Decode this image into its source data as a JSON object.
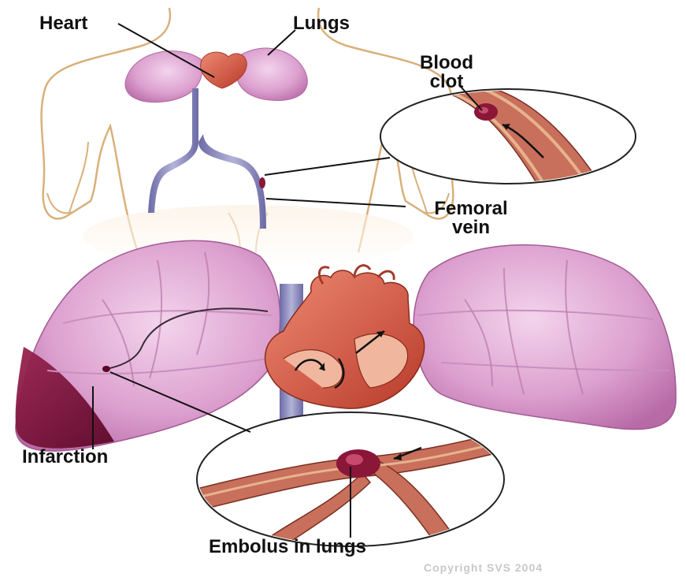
{
  "labels": {
    "heart": "Heart",
    "lungs": "Lungs",
    "blood_clot_line1": "Blood",
    "blood_clot_line2": "clot",
    "femoral_vein_line1": "Femoral",
    "femoral_vein_line2": "vein",
    "infarction": "Infarction",
    "embolus": "Embolus in lungs"
  },
  "copyright": "Copyright SVS 2004",
  "colors": {
    "lung_pink": "#d58fc4",
    "lung_light": "#efc6e6",
    "infarct": "#7a0f3a",
    "heart_red": "#d5553f",
    "vein_blue": "#7e7fb6",
    "body_outline": "#d9b07a",
    "vessel": "#c8705b",
    "clot": "#8a1638"
  }
}
